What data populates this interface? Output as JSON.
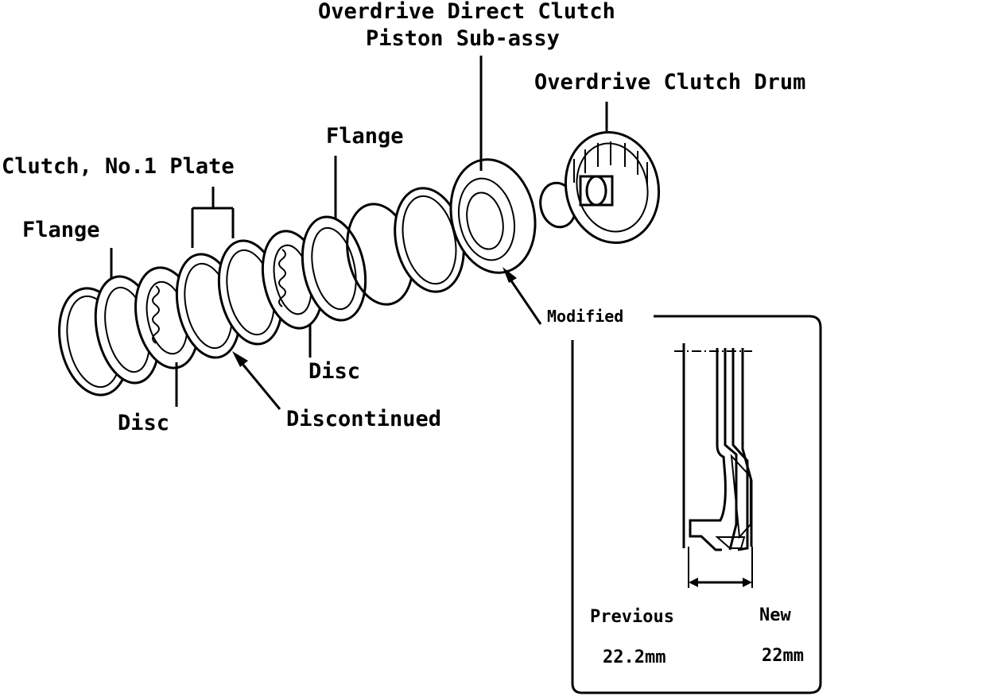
{
  "labels": {
    "overdrive_direct_clutch_line1": "Overdrive Direct Clutch",
    "overdrive_direct_clutch_line2": "Piston Sub-assy",
    "overdrive_clutch_drum": "Overdrive Clutch Drum",
    "flange_top": "Flange",
    "clutch_no1_plate": "Clutch, No.1 Plate",
    "flange_left": "Flange",
    "disc_right": "Disc",
    "disc_left": "Disc",
    "discontinued": "Discontinued",
    "modified": "Modified"
  },
  "detail": {
    "previous_label": "Previous",
    "new_label": "New",
    "previous_value": "22.2mm",
    "new_value": "22mm"
  }
}
